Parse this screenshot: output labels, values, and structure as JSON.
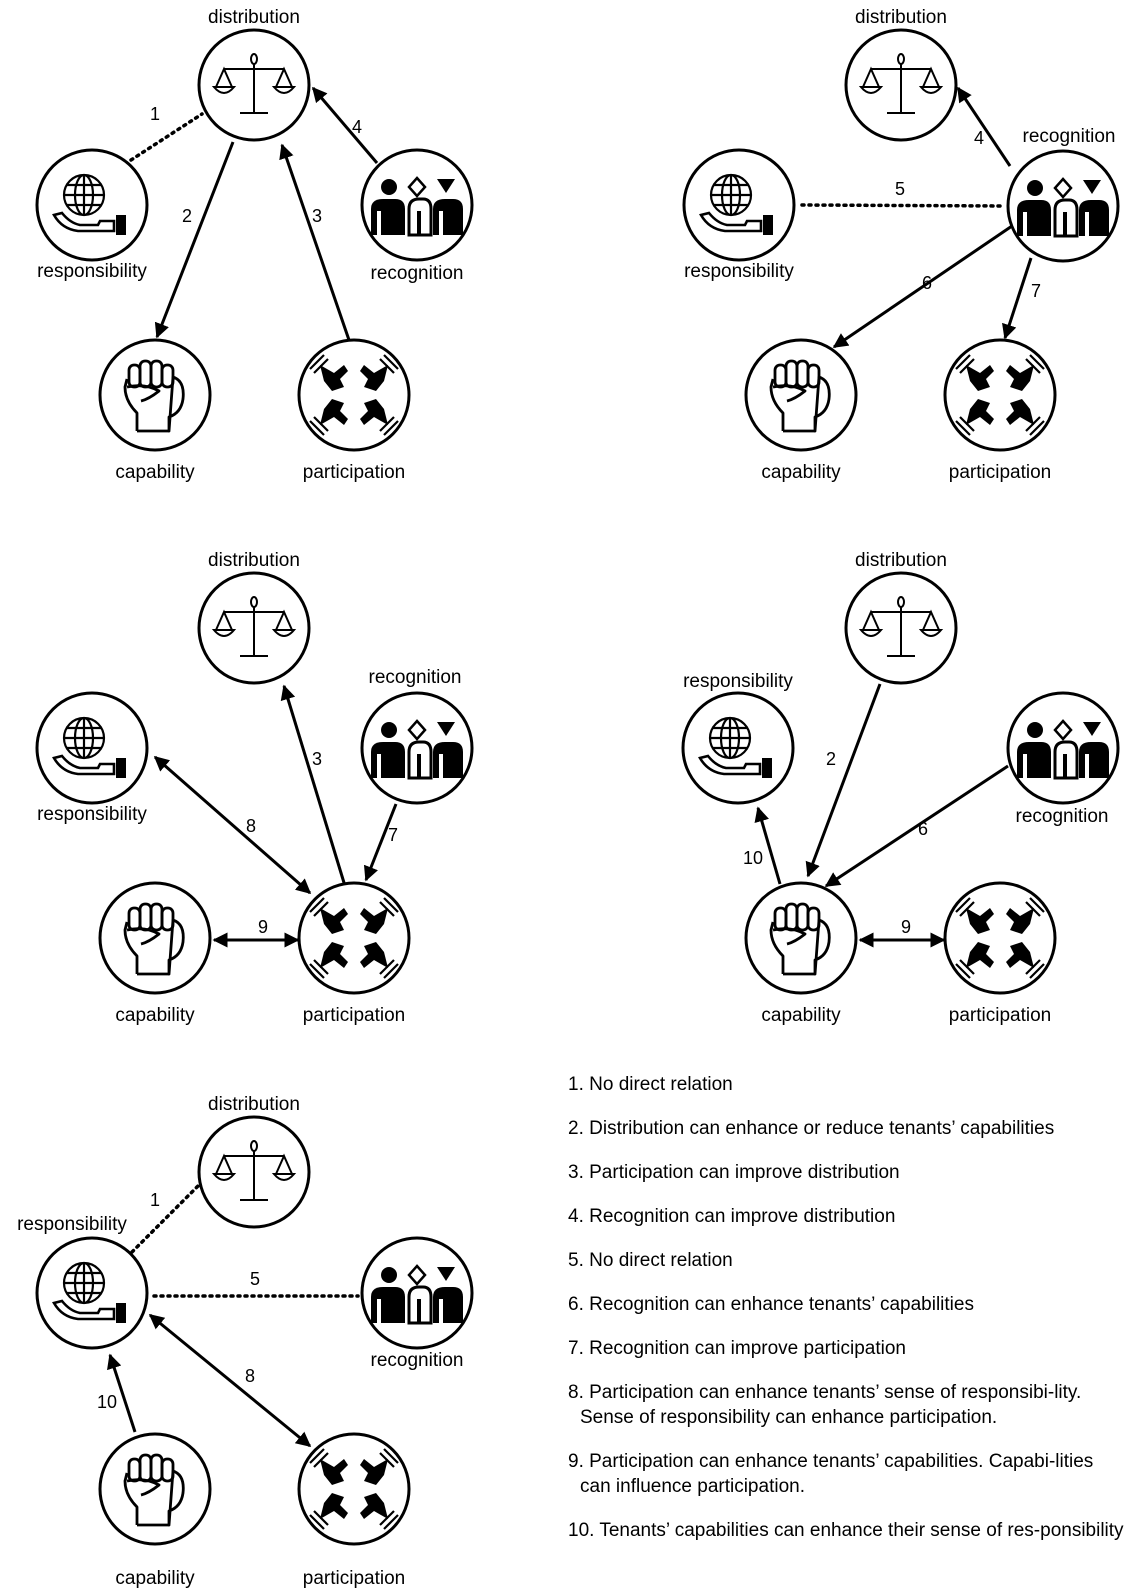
{
  "labels": {
    "distribution": "distribution",
    "responsibility": "responsibility",
    "recognition": "recognition",
    "capability": "capability",
    "participation": "participation"
  },
  "edge_labels": {
    "e1": "1",
    "e2": "2",
    "e3": "3",
    "e4": "4",
    "e5": "5",
    "e6": "6",
    "e7": "7",
    "e8": "8",
    "e9": "9",
    "e10": "10"
  },
  "legend": [
    "1. No direct relation",
    "2. Distribution can enhance or reduce tenants’ capabilities",
    "3. Participation can improve distribution",
    "4. Recognition can improve distribution",
    "5. No direct relation",
    "6. Recognition can enhance tenants’ capabilities",
    "7. Recognition can improve participation",
    "8. Participation can enhance tenants’ sense of responsibi-lity. Sense of responsibility can enhance participation.",
    "9. Participation can enhance tenants’ capabilities. Capabi-lities can influence participation.",
    "10. Tenants’ capabilities can enhance their sense of res-ponsibility"
  ]
}
